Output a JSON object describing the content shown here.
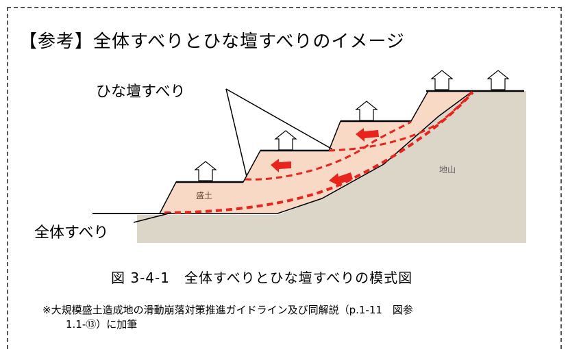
{
  "title": "【参考】全体すべりとひな壇すべりのイメージ",
  "labels": {
    "hina_dan": "ひな壇すべり",
    "zentai": "全体すべり",
    "morido": "盛土",
    "jiyama": "地山"
  },
  "caption": "図 3-4-1　全体すべりとひな壇すべりの模式図",
  "note": {
    "line1": "※大規模盛土造成地の滑動崩落対策推進ガイドライン及び同解説（p.1-11　図参",
    "line2": "1.1-⑬）に加筆"
  },
  "colors": {
    "fill_soil": "#f7d9c6",
    "natural_ground": "#dcd6c8",
    "slip_line": "#e8241c"
  }
}
